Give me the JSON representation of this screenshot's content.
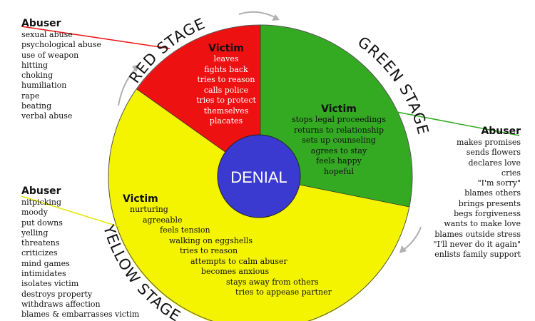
{
  "colors": {
    "red": "#ee1111",
    "green": "#33aa22",
    "yellow": "#f4f400",
    "denial": "#3a3ad0",
    "arrow": "#b0b0b0"
  },
  "center_label": "DENIAL",
  "stages": {
    "red": "RED STAGE",
    "green": "GREEN STAGE",
    "yellow": "YELLOW STAGE"
  },
  "abuser_lists": {
    "red": {
      "heading": "Abuser",
      "items": [
        "sexual abuse",
        "psychological abuse",
        "use of weapon",
        "hitting",
        "choking",
        "humiliation",
        "rape",
        "beating",
        "verbal abuse"
      ]
    },
    "green": {
      "heading": "Abuser",
      "items": [
        "makes promises",
        "sends flowers",
        "declares love",
        "cries",
        "\"I'm sorry\"",
        "blames others",
        "brings presents",
        "begs forgiveness",
        "wants to make love",
        "blames outside stress",
        "\"I'll never do it again\"",
        "enlists family support"
      ]
    },
    "yellow": {
      "heading": "Abuser",
      "items": [
        "nitpicking",
        "moody",
        "put downs",
        "yelling",
        "threatens",
        "criticizes",
        "mind games",
        "intimidates",
        "isolates victim",
        "destroys property",
        "withdraws affection",
        "blames & embarrasses victim"
      ]
    }
  },
  "victim_lists": {
    "red": {
      "heading": "Victim",
      "items": [
        "leaves",
        "fights back",
        "tries to reason",
        "calls police",
        "tries to protect",
        "themselves",
        "placates"
      ]
    },
    "green": {
      "heading": "Victim",
      "items": [
        "stops legal proceedings",
        "returns to relationship",
        "sets up counseling",
        "agrees to stay",
        "feels happy",
        "hopeful"
      ]
    },
    "yellow": {
      "heading": "Victim",
      "items": [
        "nurturing",
        "agreeable",
        "feels tension",
        "walking on eggshells",
        "tries to reason",
        "attempts to calm abuser",
        "becomes anxious",
        "stays away from others",
        "tries to appease partner"
      ]
    }
  }
}
